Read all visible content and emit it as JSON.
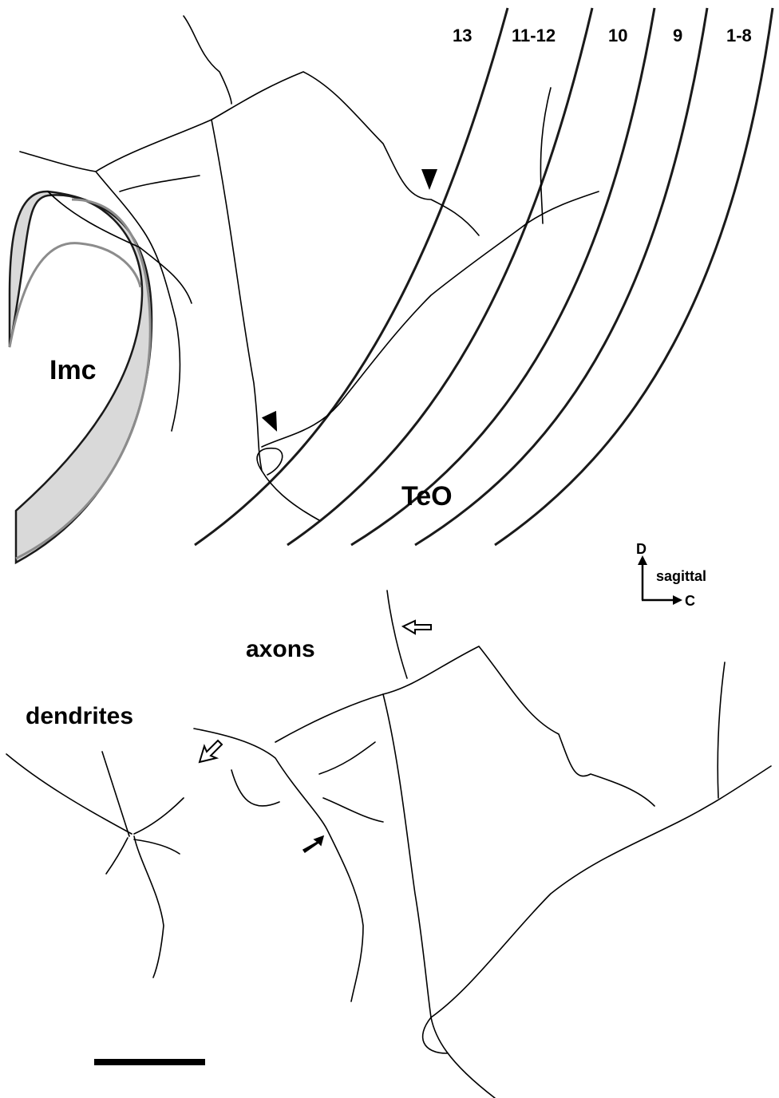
{
  "top_panel": {
    "region_label": "Imc",
    "tectum_label": "TeO",
    "layer_labels": [
      "13",
      "11-12",
      "10",
      "9",
      "1-8"
    ]
  },
  "orientation": {
    "dorsal": "D",
    "plane": "sagittal",
    "caudal": "C"
  },
  "bottom_panel": {
    "axons_label": "axons",
    "dendrites_label": "dendrites"
  },
  "colors": {
    "ink": "#000000",
    "imc_fill": "#d9d9d9",
    "imc_inner_edge": "#8c8c8c"
  }
}
